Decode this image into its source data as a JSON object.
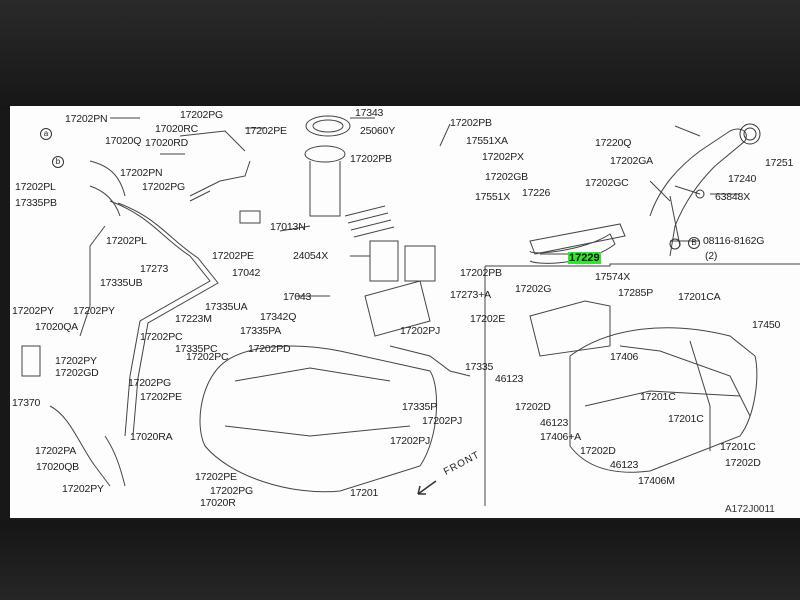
{
  "labels": [
    "17202PN",
    "17020Q",
    "17202PG",
    "17020RC",
    "17020RD",
    "17202PE",
    "17343",
    "25060Y",
    "17202PB",
    "17551XA",
    "17202PX",
    "17220Q",
    "17202GA",
    "17202PL",
    "17202PN",
    "17335PB",
    "17202PG",
    "17551X",
    "17202GB",
    "17226",
    "17202GC",
    "17240",
    "17251",
    "63848X",
    "17202PL",
    "17202PE",
    "17013N",
    "17202PB",
    "24054X",
    "17042",
    "17273",
    "17043",
    "17335UB",
    "17273+A",
    "17202PB",
    "17202G",
    "17202PY",
    "17202PY",
    "17223M",
    "17335UA",
    "17335PA",
    "17342Q",
    "17574X",
    "17285P",
    "17201CA",
    "17450",
    "17020QA",
    "17202PC",
    "17335PC",
    "17202PD",
    "17202PJ",
    "17202E",
    "17406",
    "17202PY",
    "17202GD",
    "17202PC",
    "17202PG",
    "17202PE",
    "17335",
    "46123",
    "17201C",
    "17370",
    "17335P",
    "17202PJ",
    "17202D",
    "46123",
    "17406+A",
    "17201C",
    "17202PA",
    "17020RA",
    "17202PJ",
    "17202D",
    "17201C",
    "17202D",
    "17020QB",
    "17202PE",
    "46123",
    "17406M",
    "17202PY",
    "17202PG",
    "17020R",
    "17201",
    "08116-8162G",
    "(2)"
  ],
  "circled": [
    "a",
    "b"
  ],
  "highlight": "17229",
  "front": "FRONT",
  "footer": "A172J0011",
  "bolt_marker": "B"
}
